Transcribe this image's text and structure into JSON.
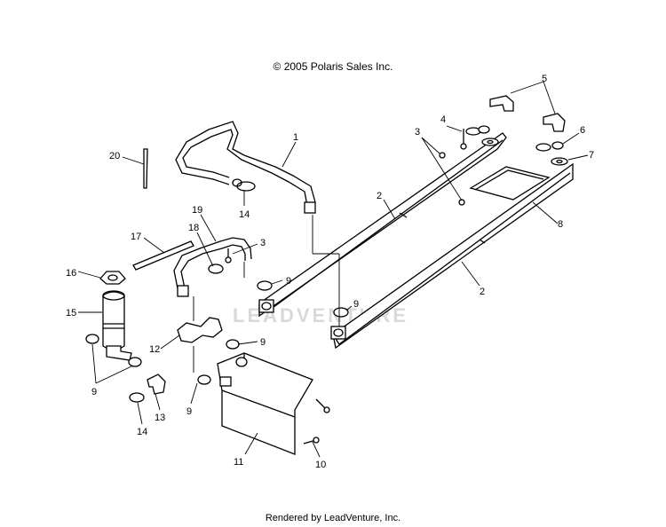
{
  "header": {
    "copyright": "© 2005 Polaris Sales Inc."
  },
  "footer": {
    "rendered_by": "Rendered by LeadVenture, Inc."
  },
  "watermark": {
    "text": "LEADVENTURE"
  },
  "callouts": {
    "c1": "1",
    "c2a": "2",
    "c2b": "2",
    "c3a": "3",
    "c3b": "3",
    "c4": "4",
    "c5": "5",
    "c6": "6",
    "c7": "7",
    "c8": "8",
    "c9a": "9",
    "c9b": "9",
    "c9c": "9",
    "c9d": "9",
    "c9e": "9",
    "c10": "10",
    "c11": "11",
    "c12": "12",
    "c13": "13",
    "c14a": "14",
    "c14b": "14",
    "c15": "15",
    "c16": "16",
    "c17": "17",
    "c18": "18",
    "c19": "19",
    "c20": "20"
  }
}
